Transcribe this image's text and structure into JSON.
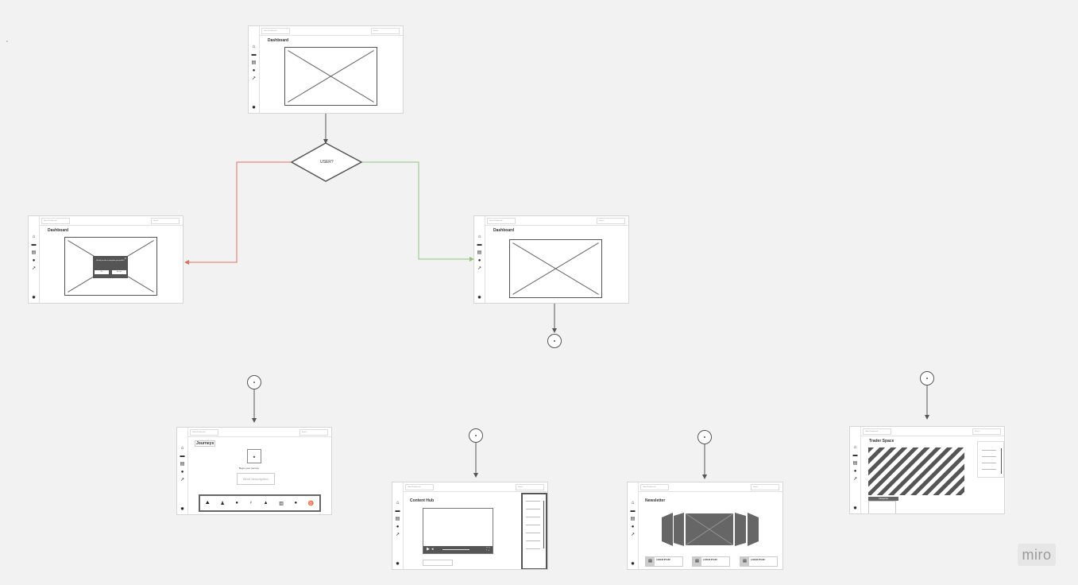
{
  "canvas": {
    "background": "#f2f2f2"
  },
  "colors": {
    "no_branch": "#e07060",
    "yes_branch": "#93c47d",
    "line": "#555555"
  },
  "decision": {
    "label": "USER?"
  },
  "frames": {
    "top": {
      "title": "Dashboard",
      "breadcrumb": "Home/Dashboard/...",
      "search": "Search"
    },
    "left": {
      "title": "Dashboard",
      "breadcrumb": "Home/Dashboard/...",
      "search": "Search",
      "modal": {
        "text": "Would you like to complete your profile?",
        "btn_no": "No",
        "btn_yes": "Accept"
      }
    },
    "right": {
      "title": "Dashboard",
      "breadcrumb": "Home/Dashboard/...",
      "search": "Search"
    },
    "journeys": {
      "title": "Journeys",
      "breadcrumb": "Home/Dashboard/...",
      "search": "Search",
      "subtitle": "Begin your journey",
      "description": "Brief description"
    },
    "content_hub": {
      "title": "Content Hub",
      "breadcrumb": "Home/Dashboard/...",
      "search": "Search"
    },
    "newsletter": {
      "title": "Newsletter",
      "breadcrumb": "Home/Dashboard/...",
      "search": "Search",
      "cards": [
        {
          "title": "LOREM IPSUM"
        },
        {
          "title": "LOREM IPSUM"
        },
        {
          "title": "LOREM IPSUM"
        }
      ]
    },
    "trader_space": {
      "title": "Trader Space",
      "breadcrumb": "Home/Dashboard/...",
      "search": "Search",
      "tab": "Categories"
    }
  },
  "nav_icons": [
    "home-icon",
    "book-icon",
    "newspaper-icon",
    "compass-icon",
    "chart-icon"
  ],
  "settings_icon": "gear-icon",
  "watermark": {
    "text": "miro"
  }
}
